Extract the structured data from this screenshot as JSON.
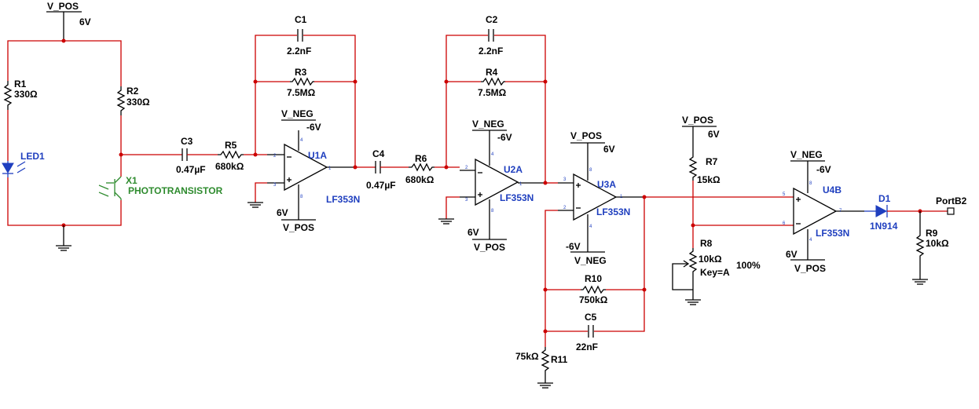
{
  "colors": {
    "wire": "#cc0000",
    "symbol": "#000000",
    "refdes": "#1f3fbf",
    "opto": "#2e8b2e"
  },
  "nets": {
    "vpos": "V_POS",
    "vneg": "V_NEG",
    "pos_v": "6V",
    "neg_v": "-6V",
    "port": "PortB2"
  },
  "components": {
    "R1": {
      "ref": "R1",
      "value": "330Ω"
    },
    "R2": {
      "ref": "R2",
      "value": "330Ω"
    },
    "LED1": {
      "ref": "LED1"
    },
    "X1": {
      "ref": "X1",
      "value": "PHOTOTRANSISTOR"
    },
    "C3": {
      "ref": "C3",
      "value": "0.47µF"
    },
    "R5": {
      "ref": "R5",
      "value": "680kΩ"
    },
    "C1": {
      "ref": "C1",
      "value": "2.2nF"
    },
    "R3": {
      "ref": "R3",
      "value": "7.5MΩ"
    },
    "U1A": {
      "ref": "U1A",
      "value": "LF353N"
    },
    "C4": {
      "ref": "C4",
      "value": "0.47µF"
    },
    "R6": {
      "ref": "R6",
      "value": "680kΩ"
    },
    "C2": {
      "ref": "C2",
      "value": "2.2nF"
    },
    "R4": {
      "ref": "R4",
      "value": "7.5MΩ"
    },
    "U2A": {
      "ref": "U2A",
      "value": "LF353N"
    },
    "U3A": {
      "ref": "U3A",
      "value": "LF353N"
    },
    "R10": {
      "ref": "R10",
      "value": "750kΩ"
    },
    "C5": {
      "ref": "C5",
      "value": "22nF"
    },
    "R11": {
      "ref": "R11",
      "value": "75kΩ"
    },
    "R7": {
      "ref": "R7",
      "value": "15kΩ"
    },
    "R8": {
      "ref": "R8",
      "value": "10kΩ",
      "key": "Key=A",
      "setting": "100%"
    },
    "U4B": {
      "ref": "U4B",
      "value": "LF353N"
    },
    "D1": {
      "ref": "D1",
      "value": "1N914"
    },
    "R9": {
      "ref": "R9",
      "value": "10kΩ"
    }
  },
  "pins": {
    "p1": "1",
    "p2": "2",
    "p3": "3",
    "p4": "4",
    "p5": "5",
    "p6": "6",
    "p7": "7",
    "p8": "8"
  }
}
